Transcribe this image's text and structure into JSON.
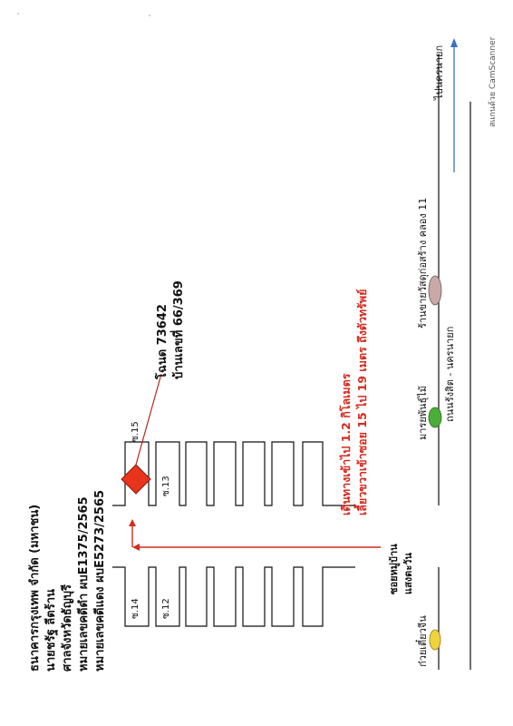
{
  "header": {
    "bank": "ธนาคารกรุงเทพ จำกัด (มหาชน)",
    "defendant": "นายชรัฐ ลีตร้าน",
    "court": "ศาลจังหวัดธัญบุรี",
    "black_case": "หมายเลขคดีดำ ผบE1375/2565",
    "red_case": "หมายเลขคดีแดง ผบE5273/2565"
  },
  "property": {
    "deed": "โฉนด 73642",
    "house_no": "บ้านเลขที่ 66/369"
  },
  "route_note": {
    "line1": "เดินทางเข้าไป 1.2 กิโลเมตร",
    "line2": "เลี้ยวขวาเข้าซอย 15 ไป 19 เมตร ถึงตัวทรัพย์"
  },
  "sois": {
    "s14": "ซ.14",
    "s12": "ซ.12",
    "s15": "ซ.15",
    "s13": "ซ.13"
  },
  "village": "ซอยหมู่บ้าน\nแสงตะวัน",
  "landmarks": {
    "noodle": "ก๋วยเตี๋ยวจีน",
    "tree_shop": "มารยพันธุ์ไม้",
    "hardware": "ร้านขายวัสดุก่อสร้าง คลอง 11",
    "to_nakhon_nayok": "ไปนครนายก"
  },
  "main_road": "ถนนรังสิต - นครนายก",
  "scanner": "สแกนด้วย CamScanner",
  "colors": {
    "accent_red": "#d42a1e",
    "diamond": "#e8341c",
    "green": "#4cae3a",
    "yellow": "#f2d23a",
    "gray": "#c9a8a8",
    "arrow_blue": "#3a6fc4"
  }
}
